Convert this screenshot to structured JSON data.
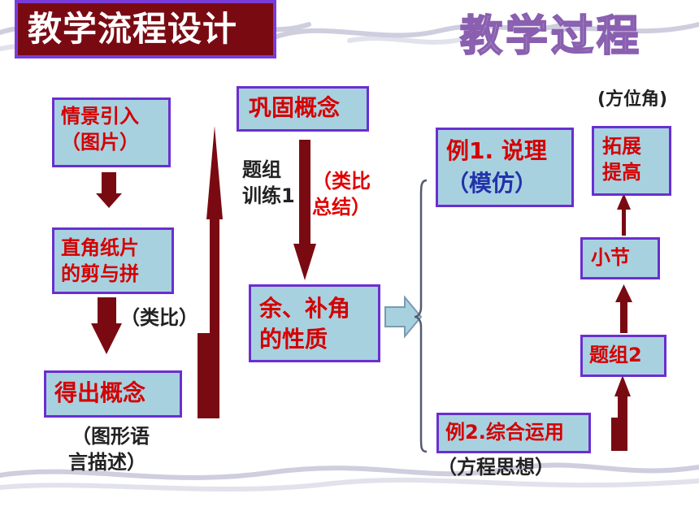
{
  "header": {
    "title": "教学流程设计",
    "corner_title": "教学过程"
  },
  "left_column": {
    "intro_line1": "情景引入",
    "intro_line2": "（图片）",
    "paper_line1": "直角纸片",
    "paper_line2": "的剪与拼",
    "analogy": "（类比）",
    "concept": "得出概念",
    "note_line1": "（图形语",
    "note_line2": "言描述）"
  },
  "middle_column": {
    "consolidate": "巩固概念",
    "drill_line1": "题组",
    "drill_line2": "训练1",
    "summary_line1": "（类比",
    "summary_line2": "总结）",
    "property_line1": "余、补角",
    "property_line2": "的性质"
  },
  "right_column": {
    "example1_line1": "例1. 说理",
    "example1_line2": "（模仿）",
    "bearing": "(方位角)",
    "extend_line1": "拓展",
    "extend_line2": "提高",
    "section": "小节",
    "group2": "题组2",
    "example2": "例2.综合运用",
    "equation_idea": "（方程思想）"
  },
  "colors": {
    "box_fill": "#a8d1e0",
    "box_border": "#6a2fd0",
    "arrow": "#7a0a12",
    "title_fill": "#7a0a12"
  }
}
